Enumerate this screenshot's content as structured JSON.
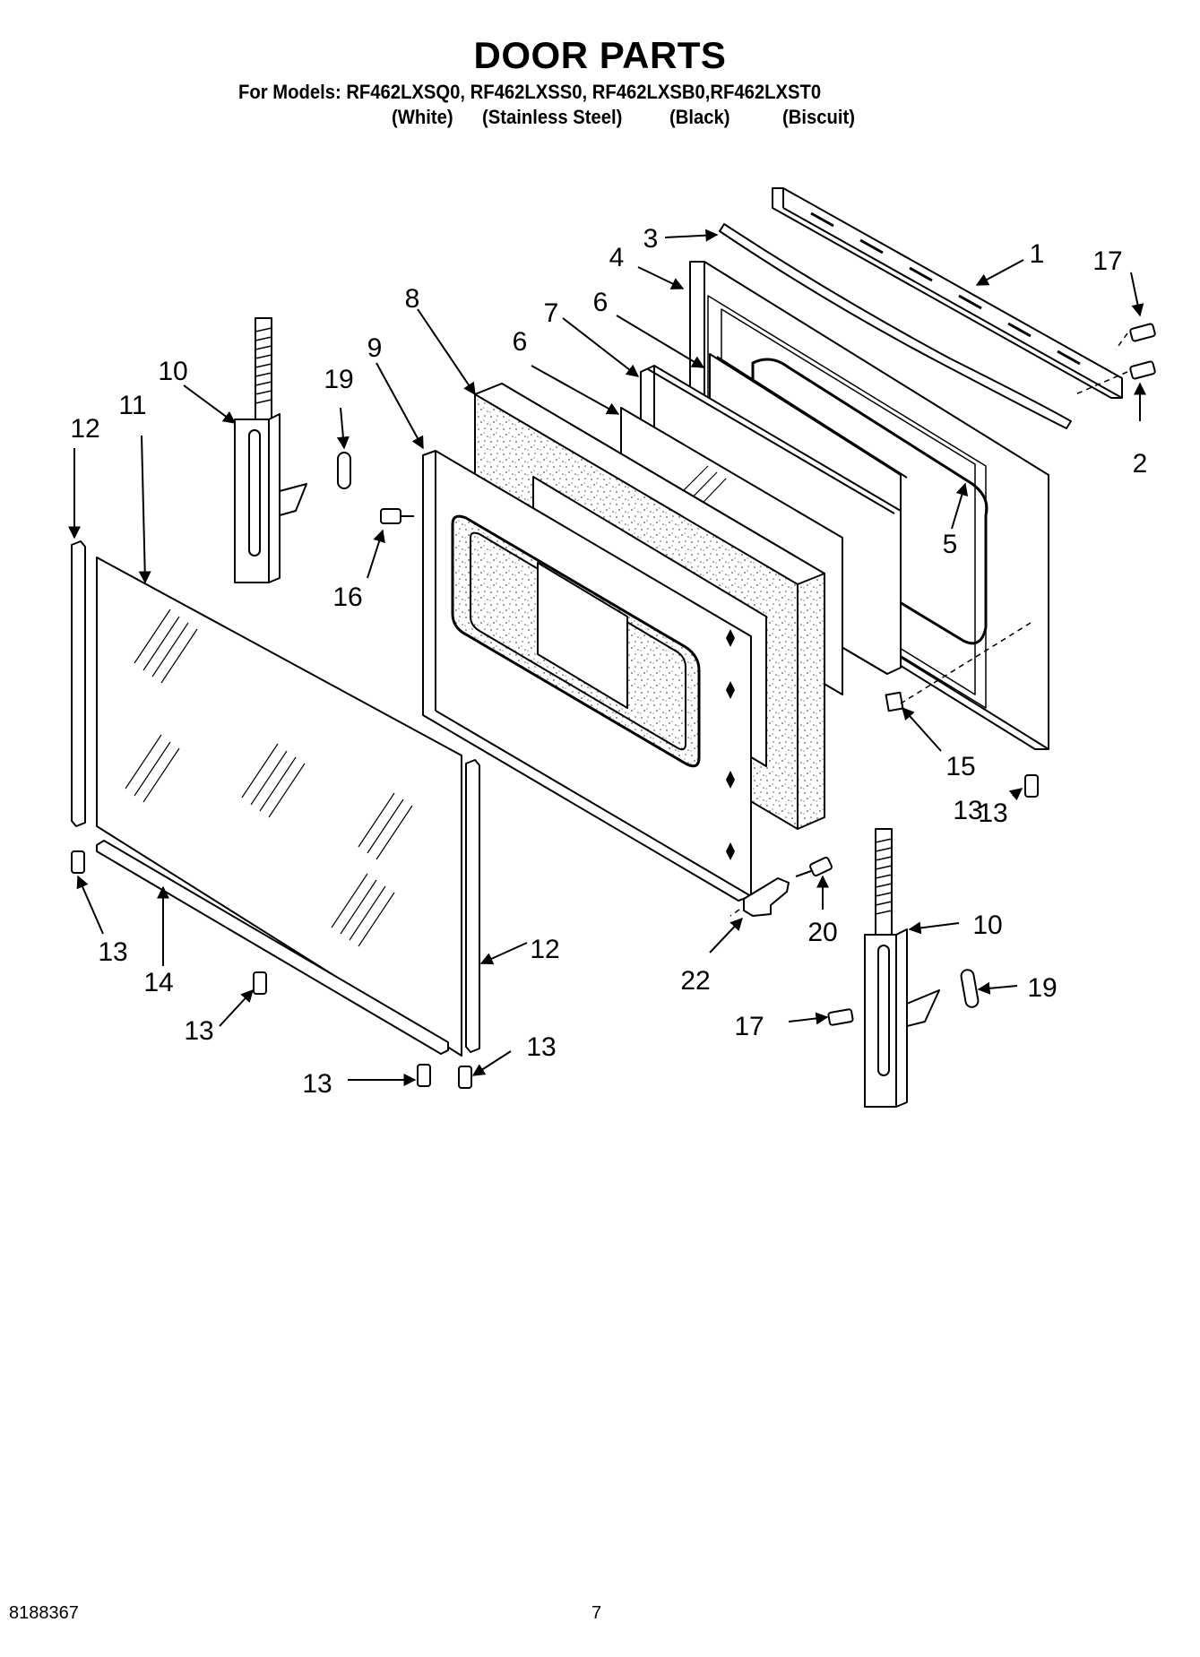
{
  "title": "DOOR PARTS",
  "models_line": "For Models: RF462LXSQ0, RF462LXSS0, RF462LXSB0,RF462LXST0",
  "finishes": [
    "(White)",
    "(Stainless Steel)",
    "(Black)",
    "(Biscuit)"
  ],
  "callouts": [
    "1",
    "2",
    "3",
    "4",
    "5",
    "6",
    "6",
    "7",
    "8",
    "9",
    "10",
    "10",
    "11",
    "12",
    "12",
    "13",
    "13",
    "13",
    "13",
    "13",
    "13",
    "14",
    "15",
    "16",
    "17",
    "17",
    "19",
    "19",
    "20",
    "22"
  ],
  "footer": {
    "doc_number": "8188367",
    "page_number": "7"
  }
}
